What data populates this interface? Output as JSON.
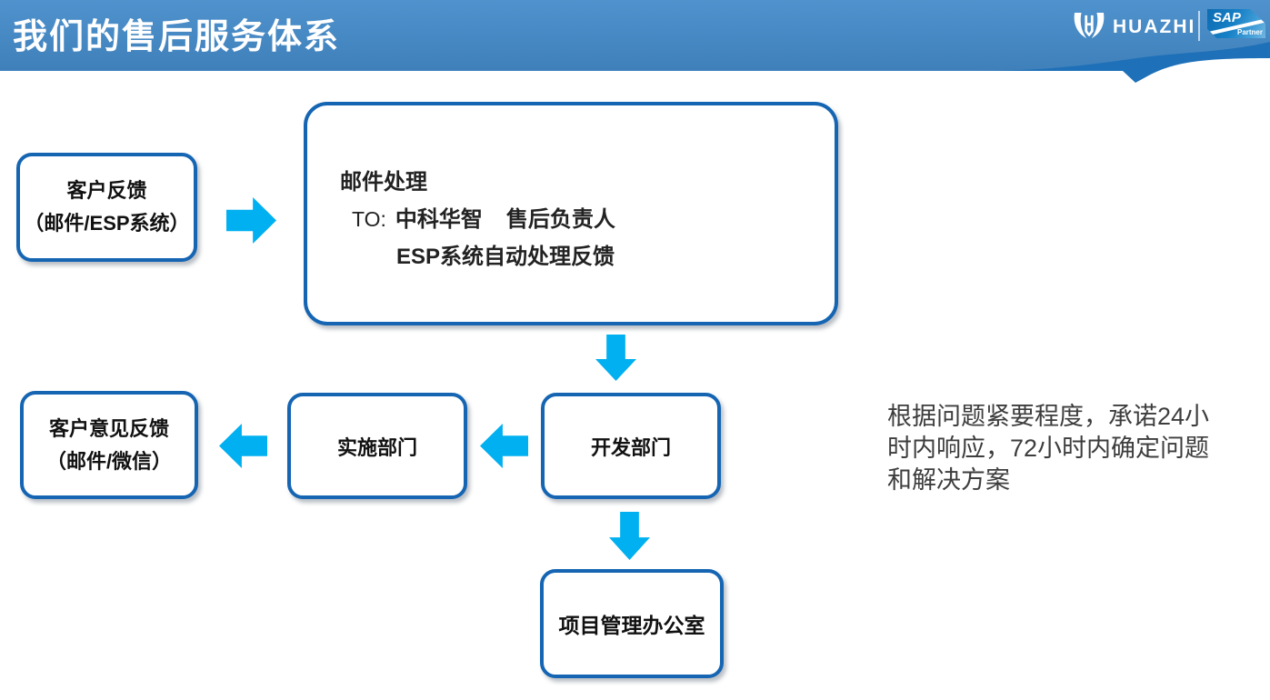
{
  "slide": {
    "title": "我们的售后服务体系"
  },
  "brand": {
    "huazhi_name": "HUAZHI",
    "sap_name": "SAP",
    "sap_partner_label": "Partner"
  },
  "flow": {
    "customer_feedback": {
      "line1": "客户反馈",
      "line2": "（邮件/ESP系统）"
    },
    "email_processing": {
      "title": "邮件处理",
      "to_prefix": "TO:",
      "to_target": "中科华智",
      "to_role": "售后负责人",
      "auto_line": "ESP系统自动处理反馈"
    },
    "development_dept": {
      "label": "开发部门"
    },
    "implementation_dept": {
      "label": "实施部门"
    },
    "customer_opinion_feedback": {
      "line1": "客户意见反馈",
      "line2": "（邮件/微信）"
    },
    "pmo": {
      "label": "项目管理办公室"
    }
  },
  "note": {
    "lines": [
      "根据问题紧要程度，承诺24小",
      "时内响应，72小时内确定问题",
      "和解决方案"
    ]
  },
  "icons": {
    "brand_mark": "huazhi-w-icon",
    "flow_arrows": [
      "arrow-right",
      "arrow-down",
      "arrow-left",
      "arrow-left",
      "arrow-down"
    ]
  },
  "colors": {
    "arrow": "#00b0f0",
    "box_border": "#1565b3",
    "header_gradient_top": "#4f92cd",
    "header_gradient_bottom": "#3f80ba",
    "header_dark_accent": "#1e70b8",
    "note_text": "#3d3d3d"
  }
}
